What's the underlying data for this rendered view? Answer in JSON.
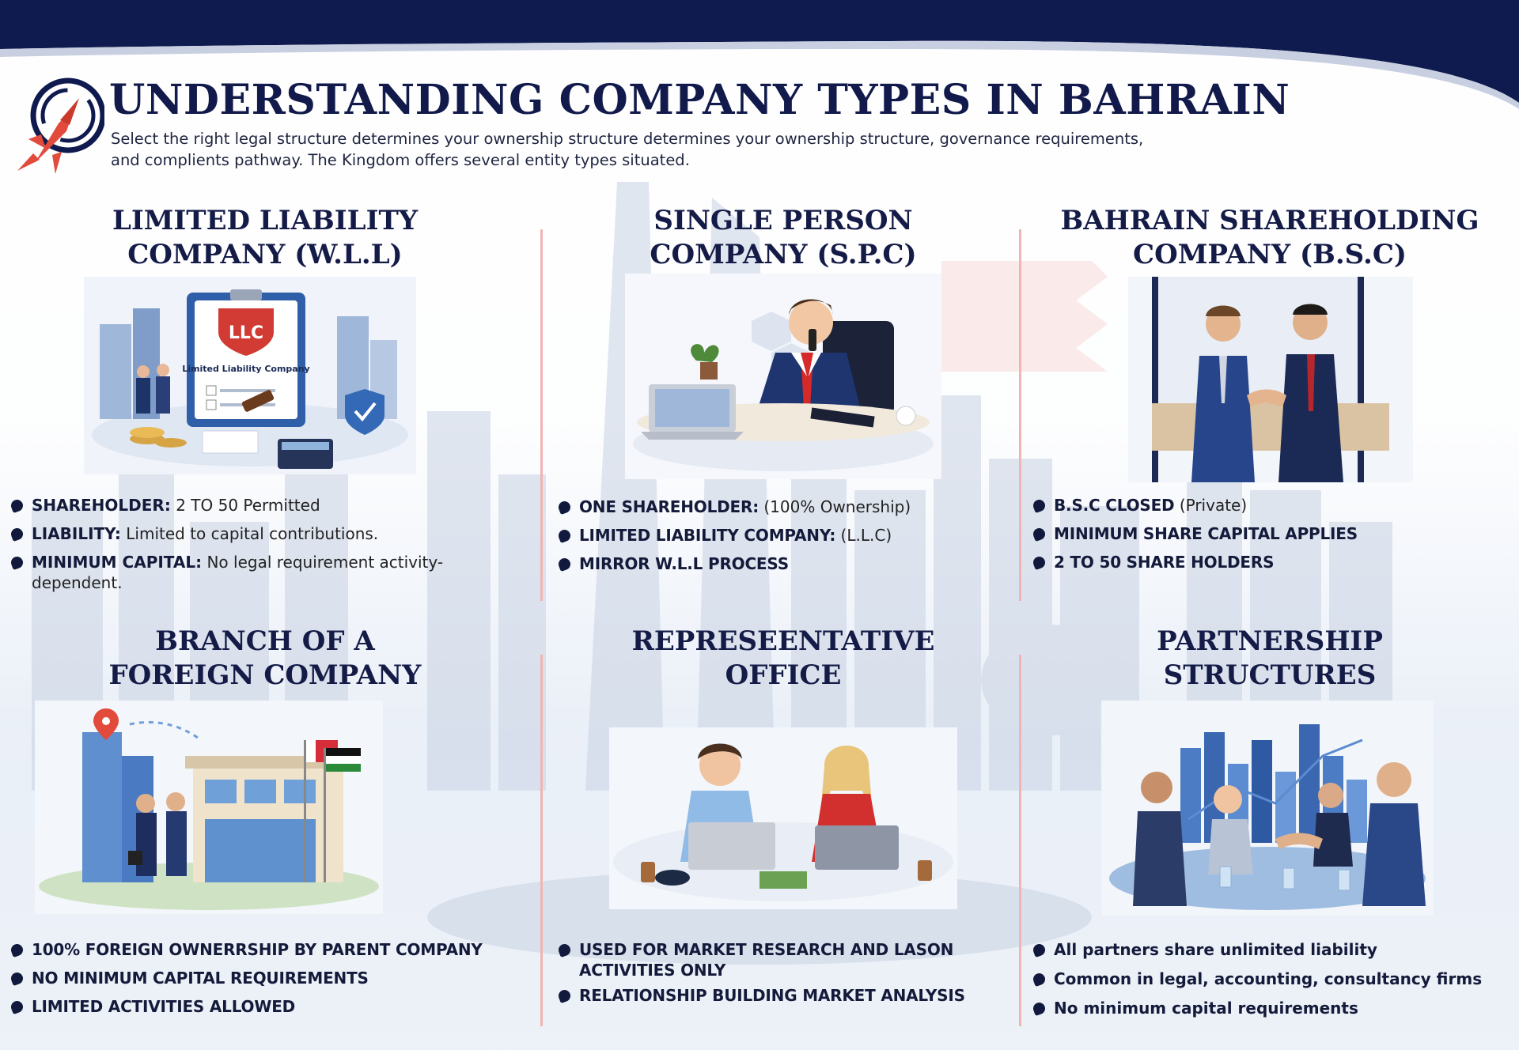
{
  "header": {
    "title": "UNDERSTANDING COMPANY TYPES IN BAHRAIN",
    "subtitle": "Select the right legal structure determines your ownership structure determines your ownership structure, governance requirements, and complients pathway. The Kingdom offers several entity types situated."
  },
  "colors": {
    "navy": "#0f1a4e",
    "title": "#141b47",
    "divider": "#f0b4b2",
    "accent_red": "#e24a3b"
  },
  "cards": [
    {
      "title_line1": "LIMITED LIABILITY",
      "title_line2": "COMPANY (W.L.L)",
      "illustration": "llc-document-illustration",
      "illus_text_badge": "LLC",
      "illus_text_caption": "Limited Liability Company",
      "bullets": [
        {
          "key": "SHAREHOLDER:",
          "value": " 2 TO 50 Permitted"
        },
        {
          "key": "LIABILITY:",
          "value": " Limited to capital contributions."
        },
        {
          "key": "MINIMUM CAPITAL:",
          "value": " No legal requirement activity-dependent."
        }
      ]
    },
    {
      "title_line1": "SINGLE PERSON",
      "title_line2": "COMPANY (S.P.C)",
      "illustration": "businessman-on-phone-illustration",
      "bullets": [
        {
          "key": "ONE SHAREHOLDER:",
          "value": " (100% Ownership)"
        },
        {
          "key": "LIMITED LIABILITY COMPANY:",
          "value": " (L.L.C)"
        },
        {
          "key": "MIRROR W.L.L PROCESS",
          "value": ""
        }
      ]
    },
    {
      "title_line1": "BAHRAIN SHAREHOLDING",
      "title_line2": "COMPANY (B.S.C)",
      "illustration": "handshake-illustration",
      "bullets": [
        {
          "key": "B.S.C CLOSED",
          "value": " (Private)"
        },
        {
          "key": "MINIMUM SHARE CAPITAL APPLIES",
          "value": ""
        },
        {
          "key": "2 TO 50 SHARE HOLDERS",
          "value": ""
        }
      ]
    },
    {
      "title_line1": "BRANCH OF A",
      "title_line2": "FOREIGN COMPANY",
      "illustration": "branch-office-illustration",
      "bullets": [
        {
          "key": "100% FOREIGN OWNERRSHIP BY PARENT COMPANY",
          "value": ""
        },
        {
          "key": "NO MINIMUM CAPITAL REQUIREMENTS",
          "value": ""
        },
        {
          "key": "LIMITED ACTIVITIES ALLOWED",
          "value": ""
        }
      ]
    },
    {
      "title_line1": "REPRESEENTATIVE",
      "title_line2": "OFFICE",
      "illustration": "two-people-laptops-illustration",
      "bullets": [
        {
          "key": "USED FOR MARKET RESEARCH AND LASON ACTIVITIES ONLY",
          "value": ""
        },
        {
          "key": "RELATIONSHIP BUILDING MARKET ANALYSIS",
          "value": ""
        }
      ]
    },
    {
      "title_line1": "PARTNERSHIP",
      "title_line2": "STRUCTURES",
      "illustration": "partners-meeting-illustration",
      "bullets": [
        {
          "key": "All partners share unlimited liability",
          "value": ""
        },
        {
          "key": "Common in legal, accounting, consultancy firms",
          "value": ""
        },
        {
          "key": "No minimum capital requirements",
          "value": ""
        }
      ]
    }
  ]
}
